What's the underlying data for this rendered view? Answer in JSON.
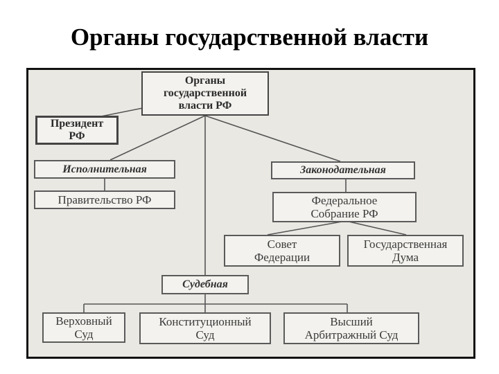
{
  "title": "Органы государственной власти",
  "diagram": {
    "root": "Органы\nгосударственной\nвласти РФ",
    "president": "Президент\nРФ",
    "executive": {
      "label": "Исполнительная",
      "bodies": [
        "Правительство РФ"
      ]
    },
    "legislative": {
      "label": "Законодательная",
      "assembly": "Федеральное\nСобрание РФ",
      "chambers": [
        "Совет\nФедерации",
        "Государственная\nДума"
      ]
    },
    "judicial": {
      "label": "Судебная",
      "courts": [
        "Верховный\nСуд",
        "Конституционный\nСуд",
        "Высший\nАрбитражный Суд"
      ]
    }
  },
  "colors": {
    "frame_border": "#111111",
    "scan_background": "#e9e8e3",
    "box_fill": "#f3f2ee",
    "box_border": "#5a5a5a",
    "connector": "#555555"
  }
}
